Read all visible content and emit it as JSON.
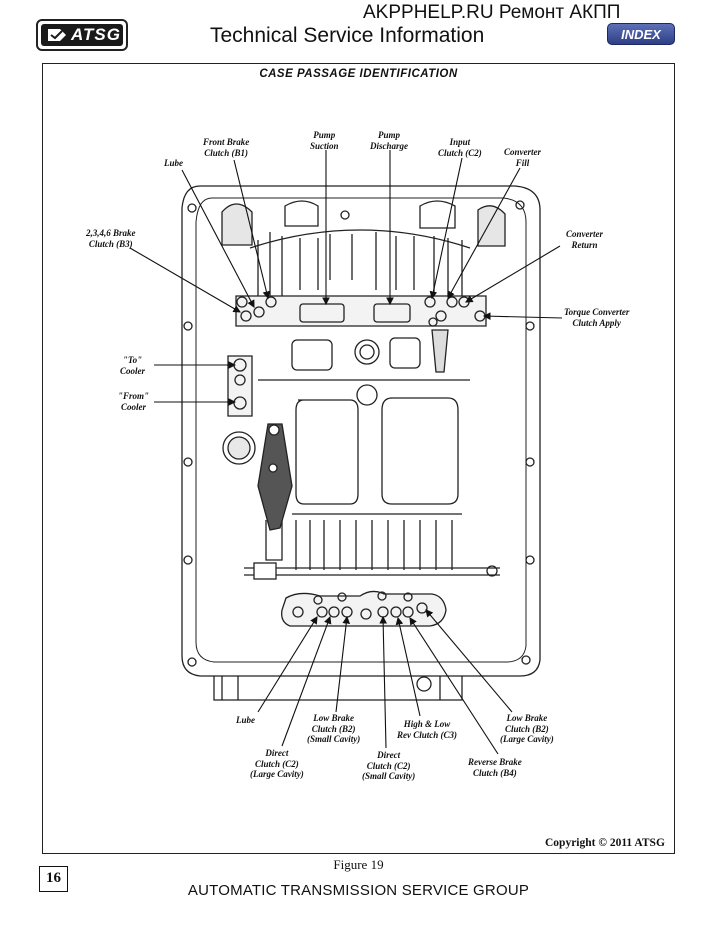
{
  "header": {
    "logo_text": "ATSG",
    "site_text": "AKPPHELP.RU Ремонт АКПП",
    "title": "Technical Service Information",
    "index_label": "INDEX"
  },
  "diagram": {
    "title": "CASE PASSAGE IDENTIFICATION",
    "labels": {
      "lube_top": "Lube",
      "front_brake_b1": "Front Brake\nClutch (B1)",
      "pump_suction": "Pump\nSuction",
      "pump_discharge": "Pump\nDischarge",
      "input_c2": "Input\nClutch (C2)",
      "converter_fill": "Converter\nFill",
      "brake_2346_b3": "2,3,4,6 Brake\nClutch (B3)",
      "converter_return": "Converter\nReturn",
      "tcc_apply": "Torque Converter\nClutch Apply",
      "to_cooler": "\"To\"\nCooler",
      "from_cooler": "\"From\"\nCooler",
      "lube_bottom": "Lube",
      "low_brake_b2_small": "Low Brake\nClutch (B2)\n(Small Cavity)",
      "direct_c2_large": "Direct\nClutch (C2)\n(Large Cavity)",
      "high_low_rev_c3": "High & Low\nRev Clutch (C3)",
      "direct_c2_small": "Direct\nClutch (C2)\n(Small Cavity)",
      "low_brake_b2_large": "Low Brake\nClutch (B2)\n(Large Cavity)",
      "reverse_brake_b4": "Reverse Brake\nClutch (B4)"
    },
    "copyright": "Copyright © 2011 ATSG"
  },
  "footer": {
    "figure": "Figure 19",
    "page_number": "16",
    "org": "AUTOMATIC TRANSMISSION SERVICE GROUP"
  }
}
